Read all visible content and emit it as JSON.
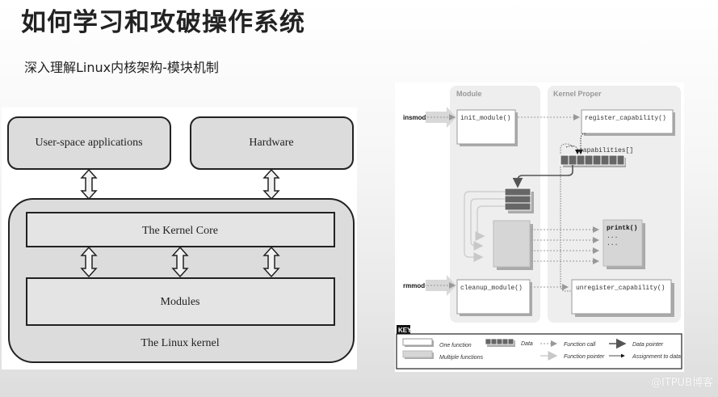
{
  "page": {
    "title": "如何学习和攻破操作系统",
    "subtitle": "深入理解Linux内核架构-模块机制",
    "watermark": "@ITPUB博客"
  },
  "left_diagram": {
    "user_space": "User-space applications",
    "hardware": "Hardware",
    "kernel_core": "The Kernel Core",
    "modules": "Modules",
    "linux_kernel": "The Linux kernel"
  },
  "right_diagram": {
    "module_panel": "Module",
    "kernel_panel": "Kernel Proper",
    "insmod": "insmod",
    "rmmod": "rmmod",
    "init_module": "init_module()",
    "cleanup_module": "cleanup_module()",
    "register_capability": "register_capability()",
    "unregister_capability": "unregister_capability()",
    "capabilities": "capabilities[]",
    "printk": "printk()",
    "printk_line1": "...",
    "printk_line2": "...",
    "key": {
      "label": "KEY",
      "one_function": "One function",
      "multiple_functions": "Multiple functions",
      "data": "Data",
      "function_call": "Function call",
      "function_pointer": "Function pointer",
      "data_pointer": "Data pointer",
      "assignment_to_data": "Assignment to data"
    }
  }
}
